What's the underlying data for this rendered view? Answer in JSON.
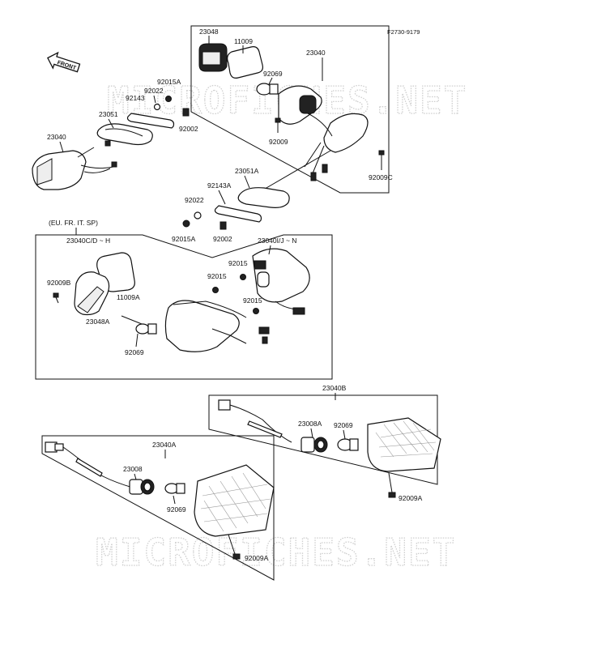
{
  "figure_code": "F2730-9179",
  "front_badge": "FRONT",
  "variant_note": "(EU. FR. IT. SP)",
  "watermark": "MICROFICHES.NET",
  "labels": {
    "l_23048": "23048",
    "l_11009": "11009",
    "l_23040_top": "23040",
    "l_92069_top": "92069",
    "l_92015A_1": "92015A",
    "l_92022_1": "92022",
    "l_92143_1": "92143",
    "l_23051": "23051",
    "l_92002_1": "92002",
    "l_23040_left": "23040",
    "l_92009_top": "92009",
    "l_92009C": "92009C",
    "l_23051A": "23051A",
    "l_92143A": "92143A",
    "l_92022_2": "92022",
    "l_92015A_2": "92015A",
    "l_92002_2": "92002",
    "l_23040CDH": "23040C/D ~ H",
    "l_23040IJN": "23040I/J ~ N",
    "l_92015_a": "92015",
    "l_92009B": "92009B",
    "l_11009A": "11009A",
    "l_92015_b": "92015",
    "l_23048A": "23048A",
    "l_92015_c": "92015",
    "l_92069_mid": "92069",
    "l_23040B": "23040B",
    "l_23008A": "23008A",
    "l_92069_r": "92069",
    "l_92009A_r": "92009A",
    "l_23040A": "23040A",
    "l_23008": "23008",
    "l_92069_b": "92069",
    "l_92009A_b": "92009A"
  }
}
